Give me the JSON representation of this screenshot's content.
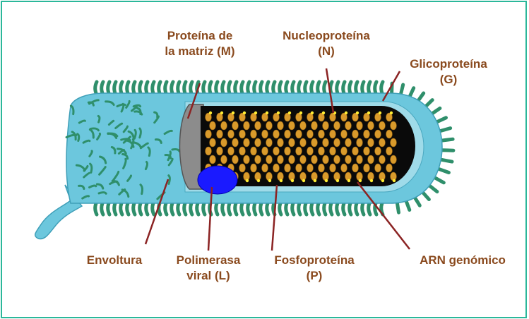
{
  "labels": {
    "matrix": {
      "line1": "Proteína de",
      "line2": "la matriz (M)"
    },
    "nucleo": {
      "line1": "Nucleoproteína",
      "line2": "(N)"
    },
    "glico": {
      "line1": "Glicoproteína",
      "line2": "(G)"
    },
    "envoltura": "Envoltura",
    "polimerasa": {
      "line1": "Polimerasa",
      "line2": "viral (L)"
    },
    "fosfo": {
      "line1": "Fosfoproteína",
      "line2": "(P)"
    },
    "arn": "ARN genómico"
  },
  "colors": {
    "border": "#2bb79a",
    "label_text": "#8a4a1e",
    "leader_line": "#8b2323",
    "envelope": "#6cc7dd",
    "glycoprotein": "#2f8f6b",
    "matrix": "#888888",
    "nucleocapsid_bg": "#0a0a0a",
    "nucleoprotein": "#d99a2b",
    "polymerase": "#1a1aff",
    "phosphoprotein": "#ffee33"
  }
}
